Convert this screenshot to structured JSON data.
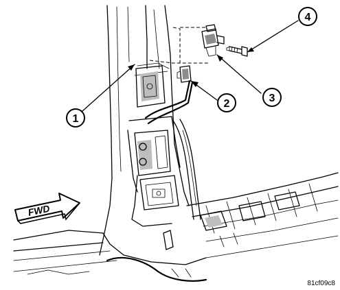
{
  "callouts": [
    {
      "id": "1",
      "label": "1"
    },
    {
      "id": "2",
      "label": "2"
    },
    {
      "id": "3",
      "label": "3"
    },
    {
      "id": "4",
      "label": "4"
    }
  ],
  "direction_arrow": {
    "label": "FWD"
  },
  "figure_code": "81cf09c8"
}
